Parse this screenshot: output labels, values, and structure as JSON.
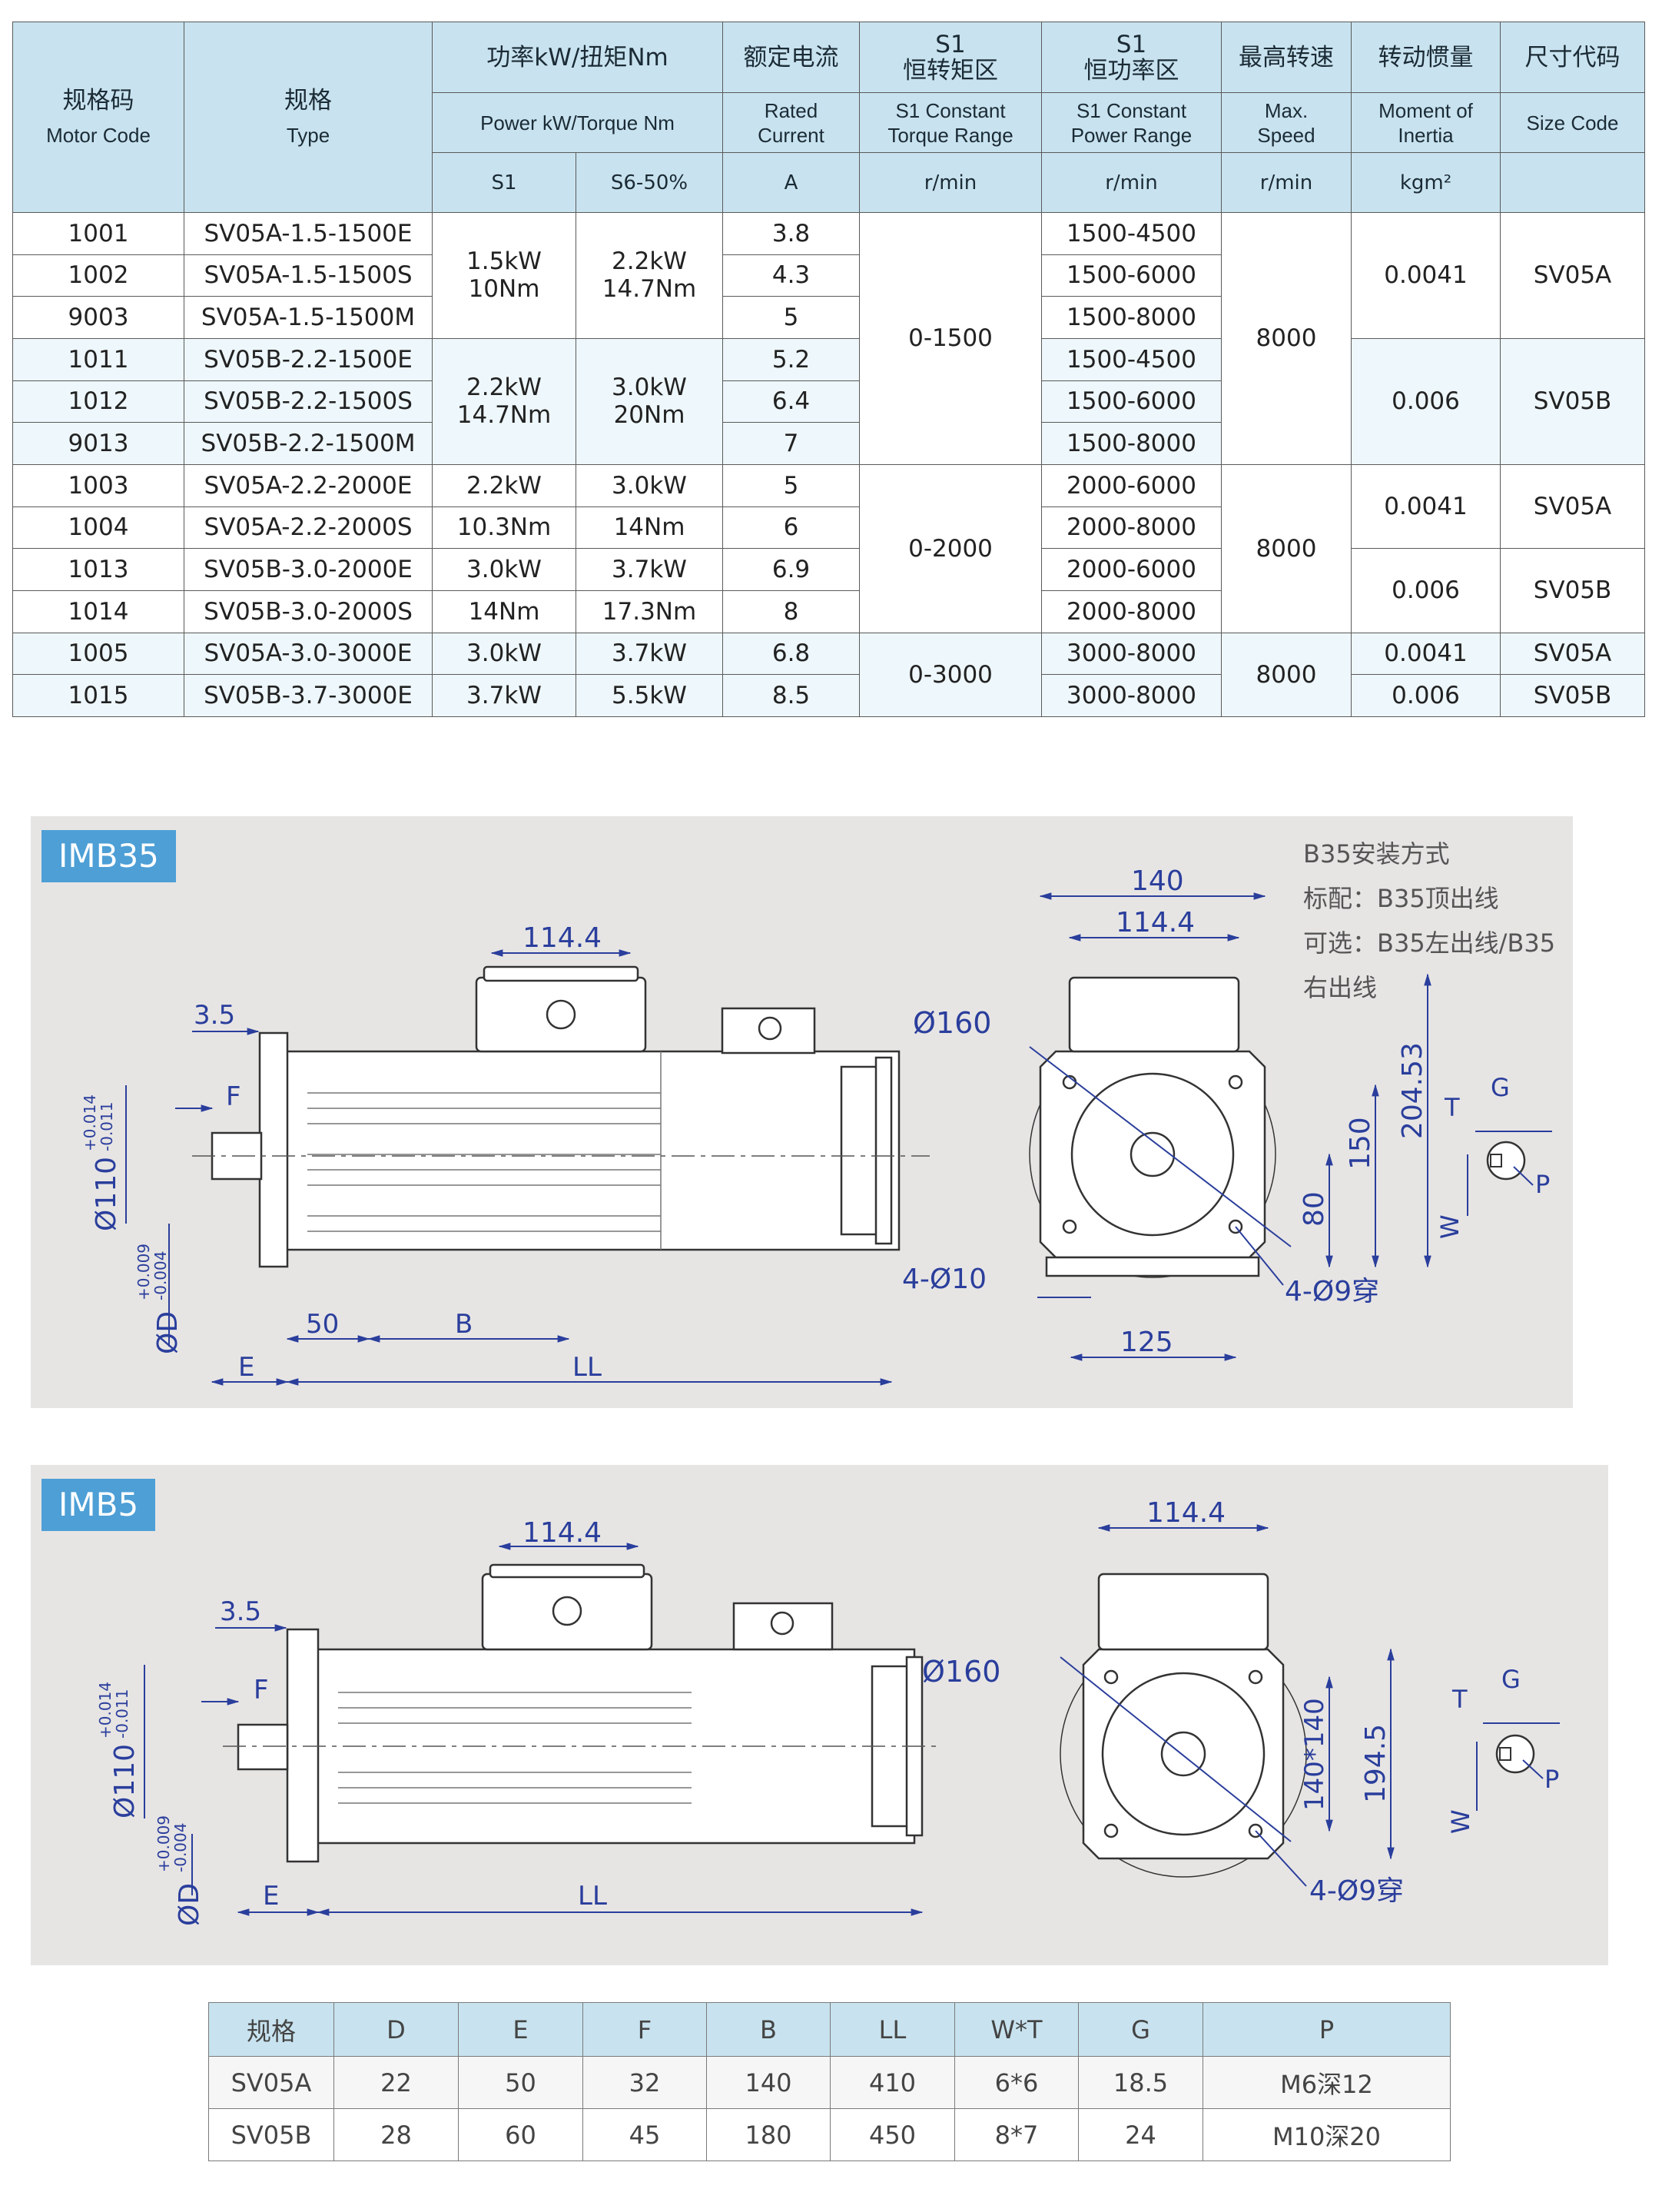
{
  "spec_table": {
    "headers": {
      "motor_code_zh": "规格码",
      "motor_code_en": "Motor Code",
      "type_zh": "规格",
      "type_en": "Type",
      "power_zh": "功率kW/扭矩Nm",
      "power_en": "Power kW/Torque Nm",
      "s1": "S1",
      "s6": "S6-50%",
      "current_zh": "额定电流",
      "current_en1": "Rated",
      "current_en2": "Current",
      "current_unit": "A",
      "torque_zh1": "S1",
      "torque_zh2": "恒转矩区",
      "torque_en1": "S1 Constant",
      "torque_en2": "Torque Range",
      "torque_unit": "r/min",
      "powerrange_zh1": "S1",
      "powerrange_zh2": "恒功率区",
      "powerrange_en1": "S1 Constant",
      "powerrange_en2": "Power Range",
      "powerrange_unit": "r/min",
      "speed_zh": "最高转速",
      "speed_en1": "Max.",
      "speed_en2": "Speed",
      "speed_unit": "r/min",
      "inertia_zh": "转动惯量",
      "inertia_en1": "Moment of",
      "inertia_en2": "Inertia",
      "inertia_unit": "kgm²",
      "sizecode_zh": "尺寸代码",
      "sizecode_en": "Size  Code"
    },
    "rows": [
      {
        "code": "1001",
        "type": "SV05A-1.5-1500E",
        "current": "3.8",
        "power_range": "1500-4500"
      },
      {
        "code": "1002",
        "type": "SV05A-1.5-1500S",
        "current": "4.3",
        "power_range": "1500-6000"
      },
      {
        "code": "9003",
        "type": "SV05A-1.5-1500M",
        "current": "5",
        "power_range": "1500-8000"
      },
      {
        "code": "1011",
        "type": "SV05B-2.2-1500E",
        "current": "5.2",
        "power_range": "1500-4500"
      },
      {
        "code": "1012",
        "type": "SV05B-2.2-1500S",
        "current": "6.4",
        "power_range": "1500-6000"
      },
      {
        "code": "9013",
        "type": "SV05B-2.2-1500M",
        "current": "7",
        "power_range": "1500-8000"
      },
      {
        "code": "1003",
        "type": "SV05A-2.2-2000E",
        "current": "5",
        "power_range": "2000-6000"
      },
      {
        "code": "1004",
        "type": "SV05A-2.2-2000S",
        "current": "6",
        "power_range": "2000-8000"
      },
      {
        "code": "1013",
        "type": "SV05B-3.0-2000E",
        "current": "6.9",
        "power_range": "2000-6000"
      },
      {
        "code": "1014",
        "type": "SV05B-3.0-2000S",
        "current": "8",
        "power_range": "2000-8000"
      },
      {
        "code": "1005",
        "type": "SV05A-3.0-3000E",
        "current": "6.8",
        "power_range": "3000-8000"
      },
      {
        "code": "1015",
        "type": "SV05B-3.7-3000E",
        "current": "8.5",
        "power_range": "3000-8000"
      }
    ],
    "merged": {
      "s1_a": "1.5kW",
      "s1_a2": "10Nm",
      "s6_a": "2.2kW",
      "s6_a2": "14.7Nm",
      "s1_b": "2.2kW",
      "s1_b2": "14.7Nm",
      "s6_b": "3.0kW",
      "s6_b2": "20Nm",
      "s1_c": "2.2kW",
      "s1_c2": "10.3Nm",
      "s6_c": "3.0kW",
      "s6_c2": "14Nm",
      "s1_d": "3.0kW",
      "s1_d2": "14Nm",
      "s6_d": "3.7kW",
      "s6_d2": "17.3Nm",
      "s1_e": "3.0kW",
      "s6_e": "3.7kW",
      "s1_f": "3.7kW",
      "s6_f": "5.5kW",
      "torque_1500": "0-1500",
      "torque_2000": "0-2000",
      "torque_3000": "0-3000",
      "speed_1": "8000",
      "speed_2": "8000",
      "speed_3": "8000",
      "inertia_a": "0.0041",
      "inertia_b": "0.006",
      "inertia_c": "0.0041",
      "inertia_d": "0.006",
      "inertia_e": "0.0041",
      "inertia_f": "0.006",
      "size_a": "SV05A",
      "size_b": "SV05B",
      "size_c": "SV05A",
      "size_d": "SV05B",
      "size_e": "SV05A",
      "size_f": "SV05B"
    }
  },
  "panel_b35": {
    "tag": "IMB35",
    "note1": "B35安装方式",
    "note2": "标配：B35顶出线",
    "note3": "可选：B35左出线/B35右出线",
    "dims": {
      "d114": "114.4",
      "d35": "3.5",
      "dF": "F",
      "d110": "Ø110",
      "d110tol1": "+0.014",
      "d110tol2": "-0.011",
      "dD": "ØD",
      "dDtol1": "+0.009",
      "dDtol2": "-0.004",
      "d50": "50",
      "dB": "B",
      "dE": "E",
      "dLL": "LL",
      "d140": "140",
      "d114b": "114.4",
      "d160": "Ø160",
      "d150": "150",
      "d20453": "204.53",
      "d80": "80",
      "d410": "4-Ø10",
      "d125": "125",
      "d49": "4-Ø9穿",
      "dT": "T",
      "dG": "G",
      "dW": "W",
      "dP": "P"
    }
  },
  "panel_b5": {
    "tag": "IMB5",
    "dims": {
      "d114": "114.4",
      "d35": "3.5",
      "dF": "F",
      "d110": "Ø110",
      "d110tol1": "+0.014",
      "d110tol2": "-0.011",
      "dD": "ØD",
      "dDtol1": "+0.009",
      "dDtol2": "-0.004",
      "dE": "E",
      "dLL": "LL",
      "d114b": "114.4",
      "d160": "Ø160",
      "d140": "140*140",
      "d1945": "194.5",
      "d49": "4-Ø9穿",
      "dT": "T",
      "dG": "G",
      "dW": "W",
      "dP": "P"
    }
  },
  "size_table": {
    "headers": [
      "规格",
      "D",
      "E",
      "F",
      "B",
      "LL",
      "W*T",
      "G",
      "P"
    ],
    "rows": [
      [
        "SV05A",
        "22",
        "50",
        "32",
        "140",
        "410",
        "6*6",
        "18.5",
        "M6深12"
      ],
      [
        "SV05B",
        "28",
        "60",
        "45",
        "180",
        "450",
        "8*7",
        "24",
        "M10深20"
      ]
    ]
  },
  "colors": {
    "header_bg": "#c8e3ef",
    "panel_bg": "#e7e5e4",
    "tag_bg": "#4d9fd6",
    "dimension": "#2a3e9c"
  }
}
